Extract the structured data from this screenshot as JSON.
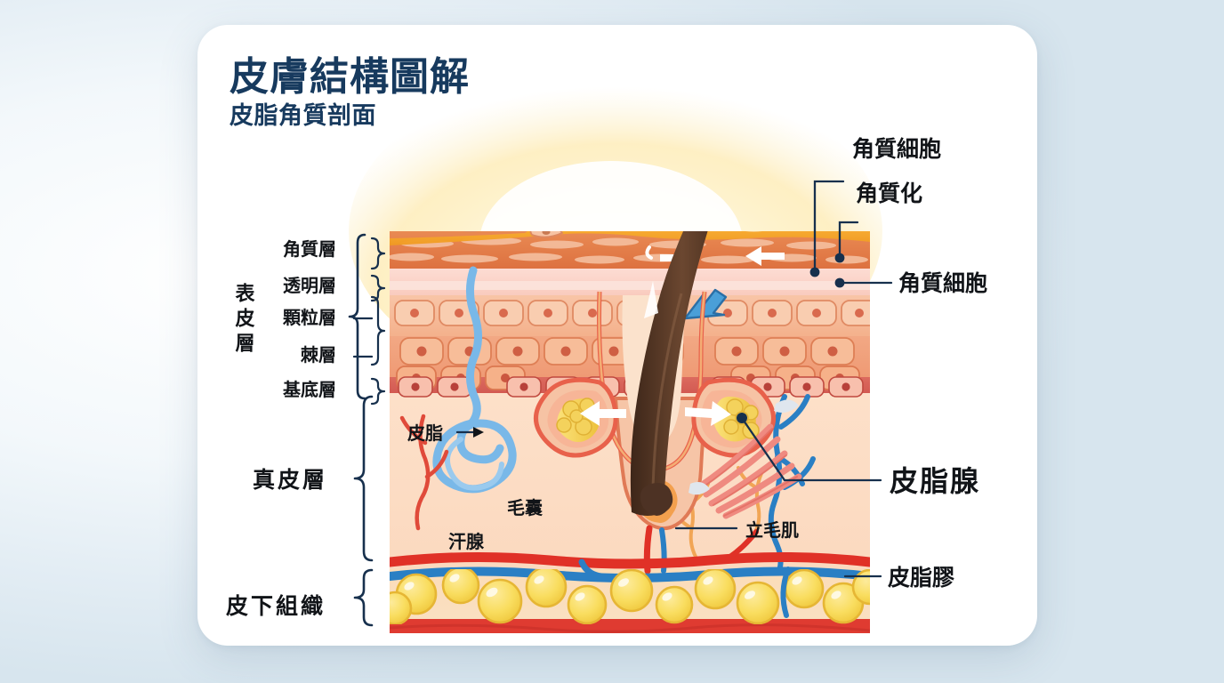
{
  "page": {
    "background_color": "#dbe8f0",
    "card_color": "#ffffff"
  },
  "header": {
    "title": "皮膚結構圖解",
    "subtitle": "皮脂角質剖面",
    "title_color": "#173a5e"
  },
  "left_labels": {
    "epidermis_group": "表皮層",
    "layers": [
      {
        "label": "角質層"
      },
      {
        "label": "透明層"
      },
      {
        "label": "顆粒層"
      },
      {
        "label": "棘層"
      },
      {
        "label": "基底層"
      }
    ],
    "dermis_group": "真皮層",
    "subcutis_group": "皮下組織"
  },
  "right_labels": [
    {
      "label": "角質細胞",
      "emphasis": "normal"
    },
    {
      "label": "角質化",
      "emphasis": "normal"
    },
    {
      "label": "角質細胞",
      "emphasis": "normal"
    },
    {
      "label": "皮脂腺",
      "emphasis": "large"
    },
    {
      "label": "皮脂膠",
      "emphasis": "normal"
    }
  ],
  "inner_labels": [
    {
      "label": "皮脂"
    },
    {
      "label": "毛囊"
    },
    {
      "label": "汗腺"
    },
    {
      "label": "立毛肌"
    }
  ],
  "colors": {
    "stratum_corneum": "#e0763f",
    "stratum_lucidum": "#fbd0c6",
    "stratum_granulosum": "#f6b795",
    "stratum_spinosum": "#f0a27f",
    "stratum_basale": "#d95c55",
    "dermis": "#fbdcc4",
    "hypodermis_fat": "#f7d85c",
    "muscle": "#df3b31",
    "artery": "#e03127",
    "vein": "#2a7fc4",
    "hair": "#4d3224",
    "sebum": "#f5a623",
    "sebaceous_gland": "#f2c94c",
    "arrector_muscle": "#ef8a80",
    "sweat_gland": "#79b8e8",
    "leader_line": "#17304d"
  },
  "chart_data": {
    "type": "diagram",
    "title": "皮膚結構圖解",
    "subtitle": "皮脂角質剖面",
    "structure": [
      {
        "region": "表皮層",
        "sublayers": [
          "角質層",
          "透明層",
          "顆粒層",
          "棘層",
          "基底層"
        ]
      },
      {
        "region": "真皮層",
        "features": [
          "皮脂",
          "毛囊",
          "汗腺",
          "立毛肌",
          "皮脂腺"
        ]
      },
      {
        "region": "皮下組織",
        "features": [
          "皮脂膠"
        ]
      }
    ],
    "callouts": [
      "角質細胞",
      "角質化",
      "角質細胞",
      "皮脂腺",
      "皮脂膠"
    ]
  }
}
